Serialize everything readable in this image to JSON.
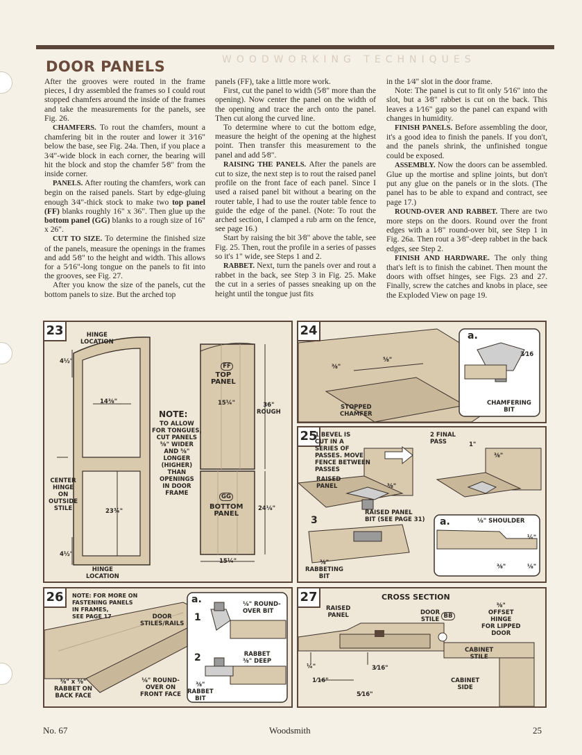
{
  "header": {
    "title": "DOOR PANELS",
    "ghost_text": "WOODWORKING TECHNIQUES"
  },
  "col1": {
    "p1": "After the grooves were routed in the frame pieces, I dry assembled the frames so I could rout stopped chamfers around the inside of the frames and take the measurements for the panels, see Fig. 26.",
    "h2": "CHAMFERS.",
    "p2": "To rout the chamfers, mount a chamfering bit in the router and lower it 3⁄16\" below the base, see Fig. 24a. Then, if you place a 3⁄4\"-wide block in each corner, the bearing will hit the block and stop the chamfer 5⁄8\" from the inside corner.",
    "h3": "PANELS.",
    "p3a": "After routing the chamfers, work can begin on the raised panels. Start by edge-gluing enough 3⁄4\"-thick stock to make two",
    "p3b": "top panel (FF)",
    "p3c": "blanks roughly 16\" x 36\". Then glue up the",
    "p3d": "bottom panel (GG)",
    "p3e": "blanks to a rough size of 16\" x 26\".",
    "h4": "CUT TO SIZE.",
    "p4": "To determine the finished size of the panels, measure the openings in the frames and add 5⁄8\" to the height and width. This allows for a 5⁄16\"-long tongue on the panels to fit into the grooves, see Fig. 27.",
    "p5": "After you know the size of the panels, cut the bottom panels to size. But the arched top"
  },
  "col2": {
    "p1": "panels (FF), take a little more work.",
    "p2": "First, cut the panel to width (5⁄8\" more than the opening). Now center the panel on the width of the opening and trace the arch onto the panel. Then cut along the curved line.",
    "p3": "To determine where to cut the bottom edge, measure the height of the opening at the highest point. Then transfer this measurement to the panel and add 5⁄8\".",
    "h4": "RAISING THE PANELS.",
    "p4": "After the panels are cut to size, the next step is to rout the raised panel profile on the front face of each panel. Since I used a raised panel bit without a bearing on the router table, I had to use the router table fence to guide the edge of the panel. (Note: To rout the arched section, I clamped a rub arm on the fence, see page 16.)",
    "p5": "Start by raising the bit 3⁄8\" above the table, see Fig. 25. Then, rout the profile in a series of passes so it's 1\" wide, see Steps 1 and 2.",
    "h6": "RABBET.",
    "p6": "Next, turn the panels over and rout a rabbet in the back, see Step 3 in Fig. 25. Make the cut in a series of passes sneaking up on the height until the tongue just fits"
  },
  "col3": {
    "p1": "in the 1⁄4\" slot in the door frame.",
    "p2": "Note: The panel is cut to fit only 5⁄16\" into the slot, but a 3⁄8\" rabbet is cut on the back. This leaves a 1⁄16\" gap so the panel can expand with changes in humidity.",
    "h3": "FINISH PANELS.",
    "p3": "Before assembling the door, it's a good idea to finish the panels. If you don't, and the panels shrink, the unfinished tongue could be exposed.",
    "h4": "ASSEMBLY.",
    "p4": "Now the doors can be assembled. Glue up the mortise and spline joints, but don't put any glue on the panels or in the slots. (The panel has to be able to expand and contract, see page 17.)",
    "h5": "ROUND-OVER AND RABBET.",
    "p5": "There are two more steps on the doors. Round over the front edges with a 1⁄8\" round-over bit, see Step 1 in Fig. 26a. Then rout a 3⁄8\"-deep rabbet in the back edges, see Step 2.",
    "h6": "FINISH AND HARDWARE.",
    "p6": "The only thing that's left is to finish the cabinet. Then mount the doors with offset hinges, see Figs. 23 and 27. Finally, screw the catches and knobs in place, see the Exploded View on page 19."
  },
  "fig23": {
    "num": "23",
    "hinge_top": "HINGE\nLOCATION",
    "dim_top": "4½\"",
    "dim_width": "14⅜\"",
    "center_hinge": "CENTER\nHINGE\nON\nOUTSIDE\nSTILE",
    "dim_height": "23¾\"",
    "dim_bottom": "4½\"",
    "hinge_bottom": "HINGE\nLOCATION",
    "note_title": "NOTE:",
    "note_body": "TO ALLOW\nFOR TONGUES,\nCUT PANELS\n⅝\" WIDER\nAND ⅝\"\nLONGER\n(HIGHER)\nTHAN\nOPENINGS\nIN DOOR\nFRAME",
    "ff_tag": "FF",
    "top_panel": "TOP\nPANEL",
    "dim_top_w": "15¼\"",
    "dim_36": "36\"\nROUGH",
    "gg_tag": "GG",
    "bottom_panel": "BOTTOM\nPANEL",
    "dim_bottom_h": "24⅛\"",
    "dim_bottom_w": "15¼\""
  },
  "fig24": {
    "num": "24",
    "dim1": "⅜\"",
    "dim2": "⅝\"",
    "stopped": "STOPPED\nCHAMFER",
    "sub": "a.",
    "dim3": "3⁄16",
    "bit": "CHAMFERING\nBIT"
  },
  "fig25": {
    "num": "25",
    "step1": "1 BEVEL IS\nCUT IN A\nSERIES OF\nPASSES. MOVE\nFENCE BETWEEN\nPASSES",
    "raised": "RAISED\nPANEL",
    "dim_38": "⅜\"",
    "bit": "RAISED PANEL\nBIT (SEE PAGE 31)",
    "step2": "2 FINAL\nPASS",
    "dim_1": "1\"",
    "dim_38b": "⅜\"",
    "step3": "3",
    "rabbet": "⅜\"\nRABBETING\nBIT",
    "sub": "a.",
    "shoulder": "⅛\" SHOULDER",
    "dim_14": "¼\"",
    "dim_38c": "⅜\"",
    "dim_18": "⅛\""
  },
  "fig26": {
    "num": "26",
    "note": "NOTE: FOR MORE ON\nFASTENING PANELS\nIN FRAMES,\nSEE PAGE 17",
    "stiles": "DOOR\nSTILES/RAILS",
    "rabbet": "⅜\" x ⅜\"\nRABBET ON\nBACK FACE",
    "roundover": "⅛\" ROUND-\nOVER ON\nFRONT FACE",
    "sub": "a.",
    "step1": "1",
    "bit1": "⅛\" ROUND-\nOVER BIT",
    "step2": "2",
    "rabbet2": "RABBET\n⅜\" DEEP",
    "bit2": "⅜\"\nRABBET\nBIT"
  },
  "fig27": {
    "num": "27",
    "title": "CROSS SECTION",
    "raised": "RAISED\nPANEL",
    "stile": "DOOR\nSTILE",
    "bb": "BB",
    "hinge": "⅜\"\nOFFSET\nHINGE\nFOR LIPPED\nDOOR",
    "cab_stile": "CABINET\nSTILE",
    "cab_side": "CABINET\nSIDE",
    "d1": "¼\"",
    "d2": "3⁄16\"",
    "d3": "1⁄16\"",
    "d4": "5⁄16\""
  },
  "footer": {
    "left": "No. 67",
    "center": "Woodsmith",
    "right": "25"
  }
}
